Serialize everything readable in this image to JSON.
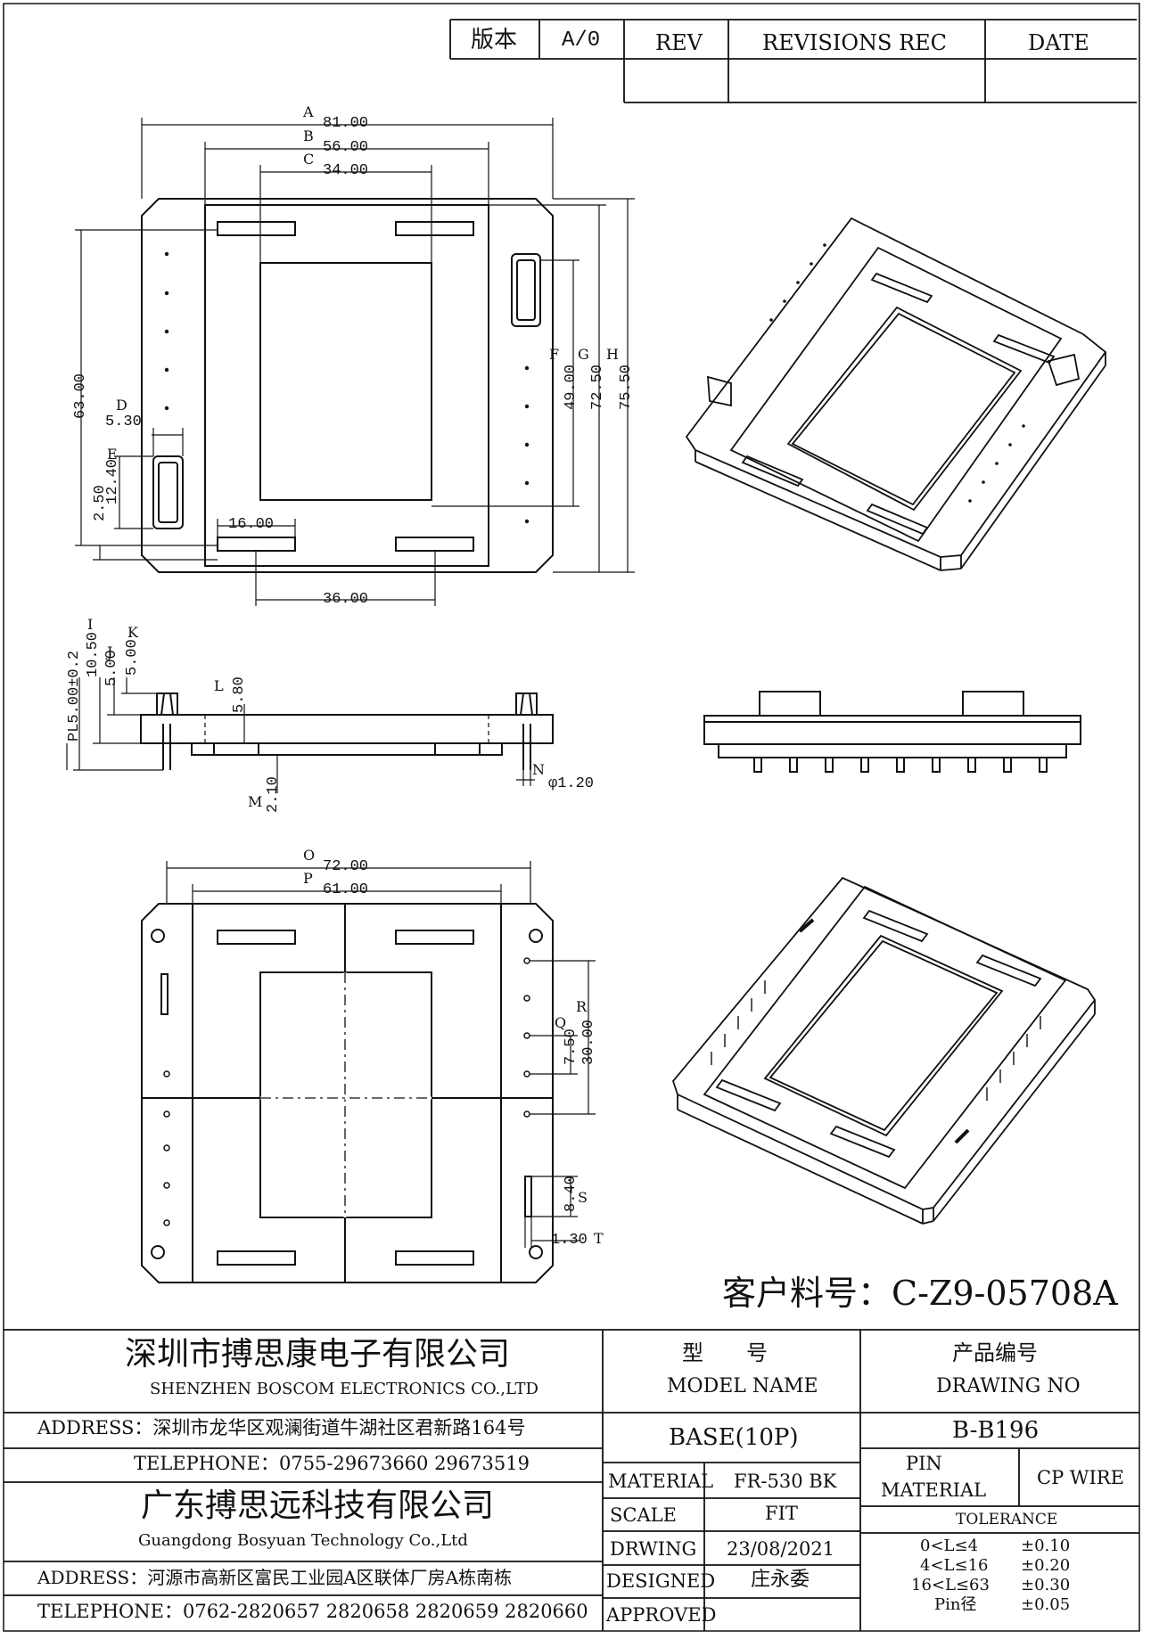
{
  "revision_block": {
    "version_label": "版本",
    "version_value": "A/0",
    "rev_header": "REV",
    "revisions_header": "REVISIONS REC",
    "date_header": "DATE"
  },
  "top_view": {
    "dim_A": {
      "letter": "A",
      "value": "81.00"
    },
    "dim_B": {
      "letter": "B",
      "value": "56.00"
    },
    "dim_C": {
      "letter": "C",
      "value": "34.00"
    },
    "dim_D": {
      "letter": "D",
      "value": "5.30"
    },
    "dim_E": {
      "letter": "E",
      "value": "12.40"
    },
    "dim_F": {
      "letter": "F",
      "value": "49.00"
    },
    "dim_G": {
      "letter": "G",
      "value": "72.50"
    },
    "dim_H": {
      "letter": "H",
      "value": "75.50"
    },
    "dim_63": "63.00",
    "dim_2_50": "2.50",
    "dim_16": "16.00",
    "dim_36": "36.00"
  },
  "side_view": {
    "dim_I": {
      "letter": "I",
      "value": "10.50"
    },
    "dim_J": {
      "letter": "J",
      "value": "5.00"
    },
    "dim_K": {
      "letter": "K",
      "value": "5.00"
    },
    "dim_L": {
      "letter": "L",
      "value": "5.80"
    },
    "dim_M": {
      "letter": "M",
      "value": "2.10"
    },
    "dim_N": {
      "letter": "N",
      "value": "φ1.20"
    },
    "pl": "PL5.00±0.2"
  },
  "bottom_view": {
    "dim_O": {
      "letter": "O",
      "value": "72.00"
    },
    "dim_P": {
      "letter": "P",
      "value": "61.00"
    },
    "dim_Q": {
      "letter": "Q",
      "value": "7.50"
    },
    "dim_R": {
      "letter": "R",
      "value": "30.00"
    },
    "dim_S": {
      "letter": "S",
      "value": "8.40"
    },
    "dim_T": {
      "letter": "T",
      "value": "1.30"
    }
  },
  "customer_part_no": "客户料号：C-Z9-05708A",
  "title_block": {
    "company1_cn": "深圳市搏思康电子有限公司",
    "company1_en": "SHENZHEN BOSCOM ELECTRONICS CO.,LTD",
    "address1": "ADDRESS：深圳市龙华区观澜街道牛湖社区君新路164号",
    "telephone1": "TELEPHONE：0755-29673660 29673519",
    "company2_cn": "广东搏思远科技有限公司",
    "company2_en": "Guangdong Bosyuan Technology Co.,Ltd",
    "address2": "ADDRESS：河源市高新区富民工业园A区联体厂房A栋南栋",
    "telephone2": "TELEPHONE：0762-2820657 2820658 2820659 2820660",
    "model_label_cn": "型　　号",
    "model_label_en": "MODEL NAME",
    "model_value": "BASE(10P)",
    "drawing_label_cn": "产品编号",
    "drawing_label_en": "DRAWING NO",
    "drawing_value": "B-B196",
    "material_label": "MATERIAL",
    "material_value": "FR-530 BK",
    "scale_label": "SCALE",
    "scale_value": "FIT",
    "drawing_date_label": "DRWING",
    "drawing_date_value": "23/08/2021",
    "designed_label": "DESIGNED",
    "designed_value": "庄永委",
    "approved_label": "APPROVED",
    "approved_value": "",
    "pin_material_label1": "PIN",
    "pin_material_label2": "MATERIAL",
    "pin_material_value": "CP WIRE",
    "tolerance_label": "TOLERANCE",
    "tolerances": [
      {
        "range": "0<L≤4",
        "value": "±0.10"
      },
      {
        "range": "4<L≤16",
        "value": "±0.20"
      },
      {
        "range": "16<L≤63",
        "value": "±0.30"
      },
      {
        "range": "Pin径",
        "value": "±0.05"
      }
    ]
  }
}
